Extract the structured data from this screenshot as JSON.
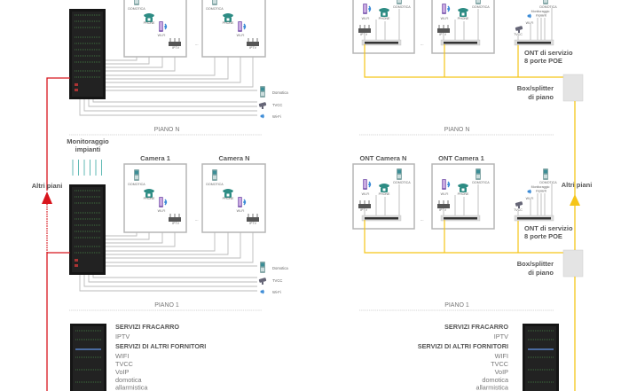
{
  "colors": {
    "red": "#d8141c",
    "yellow": "#f5c518",
    "teal": "#4fb3ad",
    "rack": "#151515"
  },
  "left": {
    "monitoring": {
      "line1": "Monitoraggio",
      "line2": "impianti"
    },
    "rooms": [
      {
        "title": "Camera 1",
        "domotica": "DOMOTICA",
        "phone": "PHONE",
        "wifi": "WI-FI",
        "iptv": "IPTV"
      },
      {
        "title": "Camera N",
        "domotica": "DOMOTICA",
        "phone": "PHONE",
        "wifi": "WI-FI",
        "iptv": "IPTV"
      }
    ],
    "ellipsis": "...",
    "legend": {
      "domotica": "Domotica",
      "tvcc": "TVCC",
      "wifi": "Wi-Fi"
    },
    "other_floors": "Altri piani"
  },
  "right": {
    "rooms": [
      {
        "title": "ONT Camera N",
        "domotica": "DOMOTICA",
        "phone": "PHONE",
        "wifi": "WI-FI",
        "iptv": "IPTV"
      },
      {
        "title": "ONT Camera 1",
        "domotica": "DOMOTICA",
        "phone": "PHONE",
        "wifi": "WI-FI",
        "iptv": "IPTV"
      }
    ],
    "ellipsis": "...",
    "service_ont": {
      "domotica": "DOMOTICA",
      "monitoring1": "Monitoraggio",
      "monitoring2": "impianti",
      "wifi": "WI-FI",
      "tvcc": "TVCC",
      "title1": "ONT di servizio",
      "title2": "8 porte POE"
    },
    "splitter": {
      "line1": "Box/splitter",
      "line2": "di piano"
    },
    "other_floors": "Altri piani"
  },
  "floors": {
    "upper": "PIANO N",
    "lower": "PIANO 1"
  },
  "services": {
    "heading1": "SERVIZI FRACARRO",
    "fracarro": [
      "IPTV"
    ],
    "heading2": "SERVIZI DI ALTRI FORNITORI",
    "others": [
      "WIFI",
      "TVCC",
      "VoIP",
      "domotica",
      "allarmistica"
    ]
  }
}
